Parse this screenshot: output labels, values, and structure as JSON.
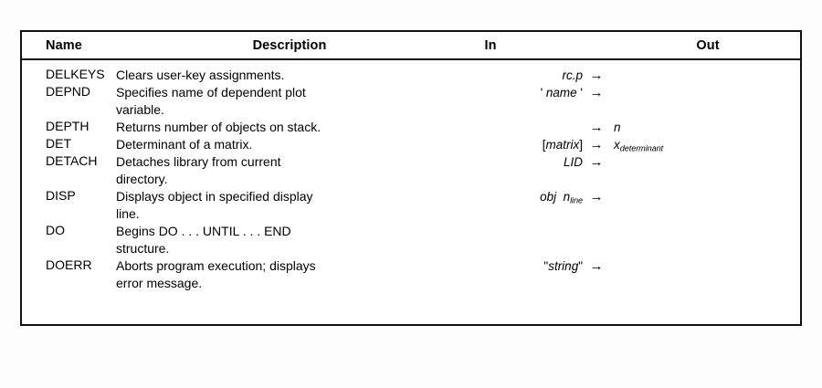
{
  "table": {
    "headers": {
      "name": "Name",
      "description": "Description",
      "in": "In",
      "out": "Out"
    },
    "arrow_glyph": "→",
    "rows": [
      {
        "name": "DELKEYS",
        "description_lines": [
          "Clears user-key assignments."
        ],
        "in": "rc.p",
        "in_html": "rc.p",
        "out": "",
        "out_html": "",
        "has_stack": true
      },
      {
        "name": "DEPND",
        "description_lines": [
          "Specifies name of dependent plot",
          "variable."
        ],
        "in": "' name '",
        "in_html": "<span class=\"quote\">'</span> name <span class=\"quote\">'</span>",
        "out": "",
        "out_html": "",
        "has_stack": true
      },
      {
        "name": "DEPTH",
        "description_lines": [
          "Returns number of objects on stack."
        ],
        "in": "",
        "in_html": "",
        "out": "n",
        "out_html": "n",
        "has_stack": true
      },
      {
        "name": "DET",
        "description_lines": [
          "Determinant of a matrix."
        ],
        "in": "[matrix]",
        "in_html": "<span class=\"brk\">[</span>matrix<span class=\"brk\">]</span>",
        "out": "x_determinant",
        "out_html": "x<sub>determinant</sub>",
        "has_stack": true
      },
      {
        "name": "DETACH",
        "description_lines": [
          "Detaches library from current",
          "directory."
        ],
        "in": "LID",
        "in_html": "LID",
        "out": "",
        "out_html": "",
        "has_stack": true
      },
      {
        "name": "DISP",
        "description_lines": [
          "Displays object in specified display",
          "line."
        ],
        "in": "obj n_line",
        "in_html": "obj&nbsp; n<sub>line</sub>",
        "out": "",
        "out_html": "",
        "has_stack": true
      },
      {
        "name": "DO",
        "description_lines": [
          "Begins DO . . . UNTIL . . . END",
          "structure."
        ],
        "in": "",
        "in_html": "",
        "out": "",
        "out_html": "",
        "has_stack": false
      },
      {
        "name": "DOERR",
        "description_lines": [
          "Aborts program execution; displays",
          "error message."
        ],
        "in": "\"string\"",
        "in_html": "<span class=\"quote\">\"</span>string<span class=\"quote\">\"</span>",
        "out": "",
        "out_html": "",
        "has_stack": true
      }
    ]
  },
  "style": {
    "border_color": "#111111",
    "page_background": "#fdfdfd",
    "table_background": "#ffffff",
    "text_color": "#000000"
  }
}
